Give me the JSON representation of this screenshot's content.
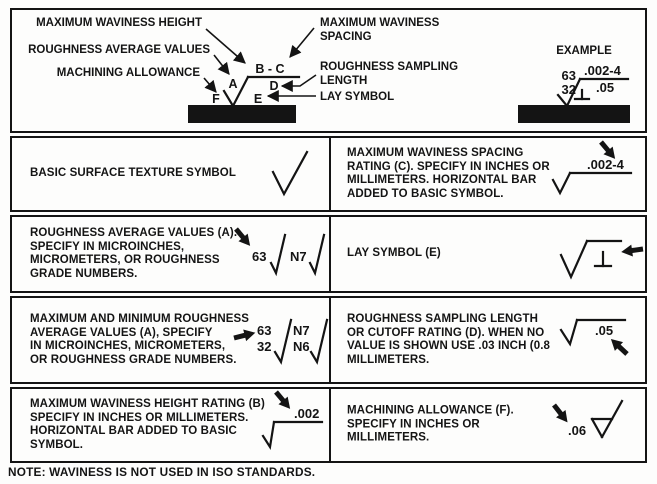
{
  "colors": {
    "ink": "#141414",
    "background": "#fdfdfc"
  },
  "header": {
    "callouts": {
      "max_waviness_height": "MAXIMUM WAVINESS HEIGHT",
      "roughness_average_values": "ROUGHNESS AVERAGE VALUES",
      "machining_allowance": "MACHINING ALLOWANCE",
      "max_waviness_spacing_line1": "MAXIMUM WAVINESS",
      "max_waviness_spacing_line2": "SPACING",
      "roughness_sampling_line1": "ROUGHNESS SAMPLING",
      "roughness_sampling_line2": "LENGTH",
      "lay_symbol": "LAY SYMBOL"
    },
    "symbol_letters": {
      "a": "A",
      "bc": "B - C",
      "d": "D",
      "e": "E",
      "f": "F"
    },
    "example": {
      "title": "EXAMPLE",
      "roughness_max": "63",
      "roughness_min": "32",
      "waviness_rating": ".002-4",
      "cutoff_rating": ".05"
    }
  },
  "cells": {
    "basic": {
      "text": "BASIC SURFACE TEXTURE SYMBOL"
    },
    "waviness_spacing": {
      "text": "MAXIMUM WAVINESS SPACING\nRATING (C). SPECIFY IN INCHES OR\nMILLIMETERS. HORIZONTAL BAR\nADDED TO BASIC  SYMBOL.",
      "value": ".002-4"
    },
    "roughness_avg": {
      "text": "ROUGHNESS AVERAGE VALUES (A).\nSPECIFY IN MICROINCHES,\nMICROMETERS, OR ROUGHNESS\nGRADE NUMBERS.",
      "value_1": "63",
      "value_2": "N7"
    },
    "lay": {
      "text": "LAY SYMBOL (E)"
    },
    "roughness_minmax": {
      "text": "MAXIMUM AND MINIMUM ROUGHNESS\nAVERAGE VALUES (A), SPECIFY\nIN MICROINCHES, MICROMETERS,\nOR ROUGHNESS GRADE NUMBERS.",
      "v1_top": "63",
      "v1_bot": "32",
      "v2_top": "N7",
      "v2_bot": "N6"
    },
    "sampling_length": {
      "text": "ROUGHNESS SAMPLING LENGTH\nOR CUTOFF RATING (D). WHEN NO\nVALUE IS SHOWN USE .03 INCH (0.8\nMILLIMETERS.",
      "value": ".05"
    },
    "waviness_height": {
      "text": "MAXIMUM WAVINESS HEIGHT RATING (B)\nSPECIFY IN INCHES OR MILLIMETERS.\nHORIZONTAL BAR ADDED TO BASIC\nSYMBOL.",
      "value": ".002"
    },
    "machining_allowance": {
      "text": "MACHINING ALLOWANCE (F).\nSPECIFY IN INCHES OR\nMILLIMETERS.",
      "value": ".06"
    }
  },
  "note": "NOTE: WAVINESS IS NOT USED IN ISO STANDARDS."
}
